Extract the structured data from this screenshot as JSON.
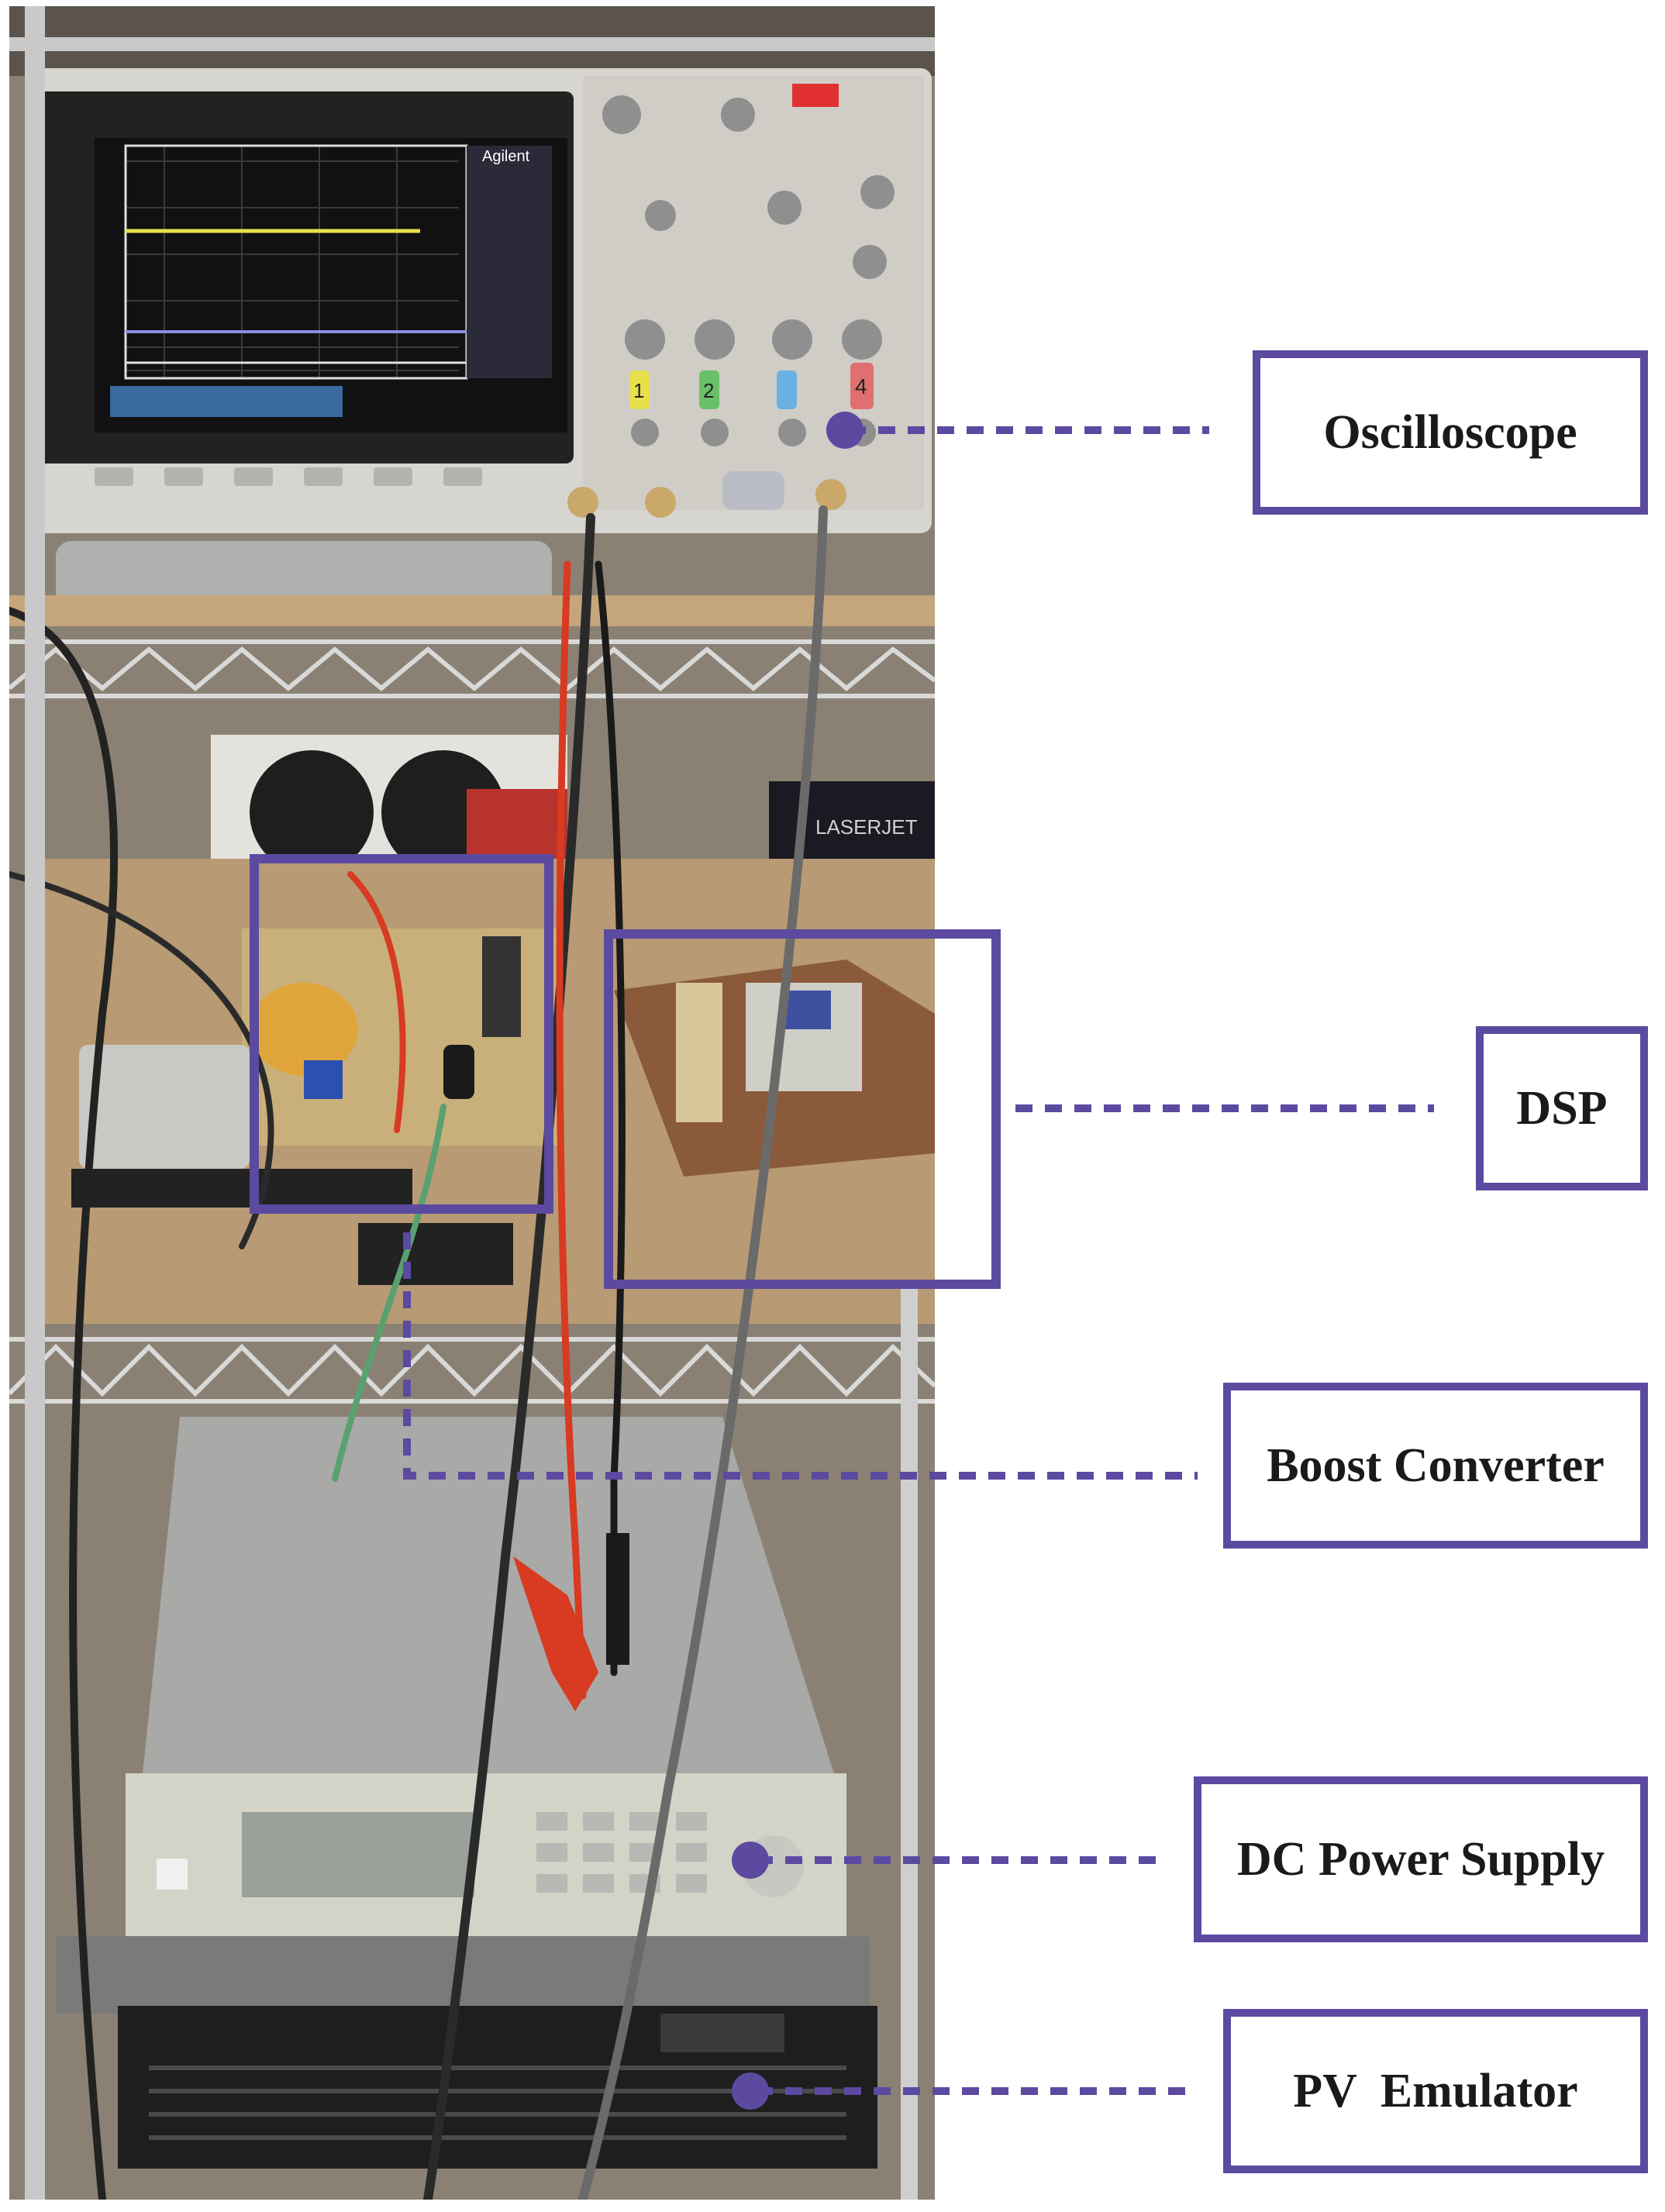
{
  "labels": {
    "oscilloscope": "Oscilloscope",
    "dsp": "DSP",
    "boost_converter": "Boost Converter",
    "dc_power_supply": "DC Power Supply",
    "pv_emulator": "PV  Emulator"
  },
  "photo_text": {
    "printer_brand": "LASERJET",
    "scope_brand": "Agilent",
    "scope_channel_4": "4",
    "scope_channel_2": "2",
    "scope_channel_1": "1"
  },
  "colors": {
    "annotation": "#5b4aa0",
    "scope_trace_yellow": "#e8e04a",
    "scope_trace_blue": "#8c8ce0",
    "probe_red": "#d83a22"
  }
}
